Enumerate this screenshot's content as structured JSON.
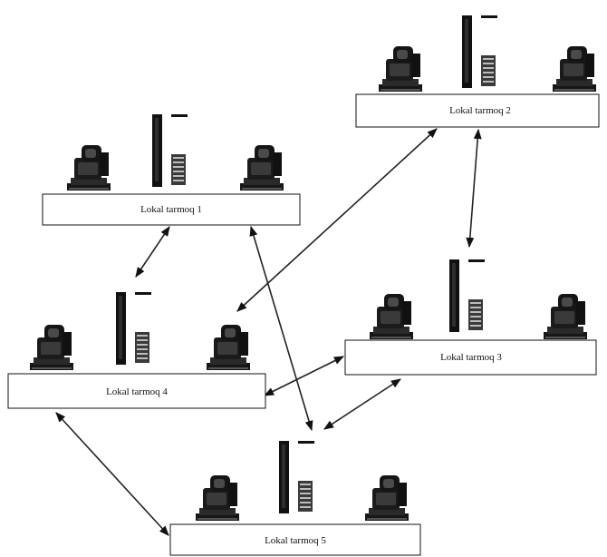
{
  "networks": [
    {
      "id": "n1",
      "label": "Lokal tarmoq  1"
    },
    {
      "id": "n2",
      "label": "Lokal tarmoq  2"
    },
    {
      "id": "n3",
      "label": "Lokal tarmoq  3"
    },
    {
      "id": "n4",
      "label": "Lokal tarmoq  4"
    },
    {
      "id": "n5",
      "label": "Lokal tarmoq  5"
    }
  ],
  "links": [
    {
      "from": "n1",
      "to": "n4"
    },
    {
      "from": "n1",
      "to": "n5"
    },
    {
      "from": "n2",
      "to": "n4"
    },
    {
      "from": "n2",
      "to": "n3"
    },
    {
      "from": "n4",
      "to": "n3"
    },
    {
      "from": "n3",
      "to": "n5"
    },
    {
      "from": "n4",
      "to": "n5"
    }
  ],
  "colors": {
    "ink": "#111111",
    "paper": "#ffffff"
  },
  "icons": {
    "workstation": "computer-icon",
    "server": "server-tower-icon"
  }
}
